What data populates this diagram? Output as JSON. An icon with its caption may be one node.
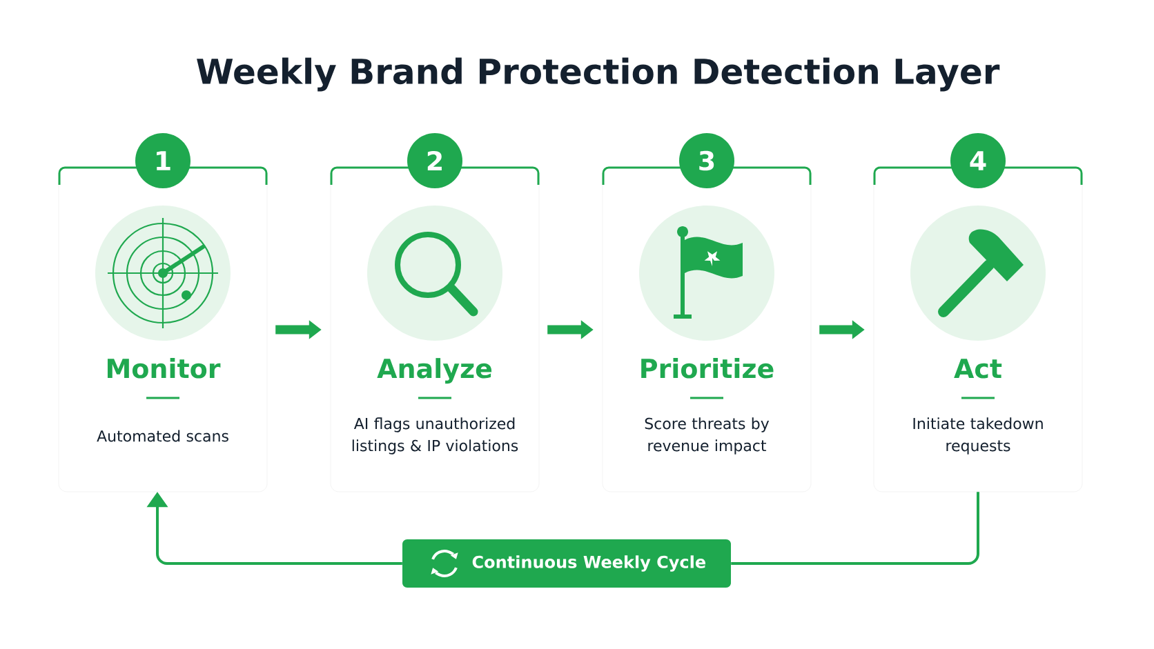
{
  "diagram": {
    "title": "Weekly Brand Protection Detection Layer",
    "nodes": [
      {
        "text": [
          "1",
          "Monitor",
          "Automated scans"
        ]
      },
      {
        "text": [
          "2",
          "Analyze",
          "AI flags unauthorized listings & IP violations"
        ]
      },
      {
        "text": [
          "3",
          "Prioritize",
          "Score threats by revenue impact"
        ]
      },
      {
        "text": [
          "4",
          "Act",
          "Initiate takedown requests"
        ]
      },
      {
        "text": [
          "Continuous Weekly Cycle"
        ]
      }
    ],
    "edges": [
      {
        "from": 0,
        "to": 1,
        "arrow": "to"
      },
      {
        "from": 1,
        "to": 2,
        "arrow": "to"
      },
      {
        "from": 2,
        "to": 3,
        "arrow": "to"
      },
      {
        "from": 3,
        "to": 4,
        "arrow": "none"
      },
      {
        "from": 4,
        "to": 0,
        "arrow": "to"
      }
    ]
  }
}
